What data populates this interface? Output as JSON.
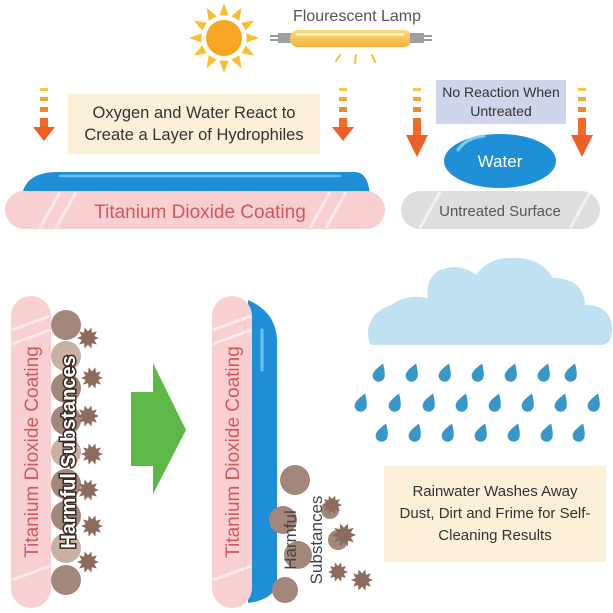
{
  "lamp_label": "Flourescent Lamp",
  "top_left": {
    "caption": "Oxygen and Water React to Create a Layer of Hydrophiles",
    "coating_label": "Titanium Dioxide Coating"
  },
  "top_right": {
    "caption": "No Reaction When Untreated",
    "water_label": "Water",
    "surface_label": "Untreated Surface"
  },
  "bottom_left": {
    "coating_label": "Titanium Dioxide Coating",
    "substances_label": "Harmful Substances"
  },
  "bottom_middle": {
    "coating_label": "Titanium Dioxide Coating",
    "substances_line1": "Harmful",
    "substances_line2": "Substances"
  },
  "bottom_right": {
    "caption": "Rainwater Washes Away Dust, Dirt and Frime for Self-Cleaning Results"
  },
  "colors": {
    "coating_pink": "#f9d0d2",
    "coating_text": "#d2565d",
    "water_blue": "#1f8fd8",
    "arrow_orange": "#ee5f26",
    "arrow_green": "#5cb947",
    "cloud": "#bfe1f1",
    "rain": "#3797c8",
    "particle_brown": "#a4877b",
    "caption_bg": "#fdf0d8",
    "untreated_gray": "#dedede",
    "no_reaction_bg": "#cfd5ea"
  }
}
